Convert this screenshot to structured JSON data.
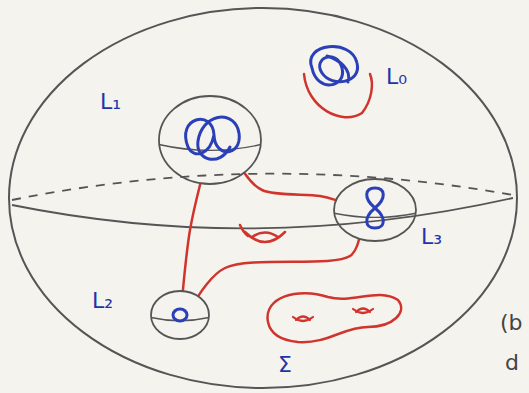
{
  "diagram": {
    "nodes": [
      {
        "text": [
          "L₁"
        ]
      },
      {
        "text": [
          "L₀"
        ]
      },
      {
        "text": [
          "L₃"
        ]
      },
      {
        "text": [
          "L₂"
        ]
      },
      {
        "text": [
          "Σ"
        ]
      }
    ],
    "edges": [
      {
        "from": 0,
        "to": 3,
        "arrow": "none"
      },
      {
        "from": 0,
        "to": 2,
        "arrow": "none"
      },
      {
        "from": 3,
        "to": 2,
        "arrow": "none"
      }
    ],
    "labels": [
      "(b",
      "d"
    ]
  }
}
